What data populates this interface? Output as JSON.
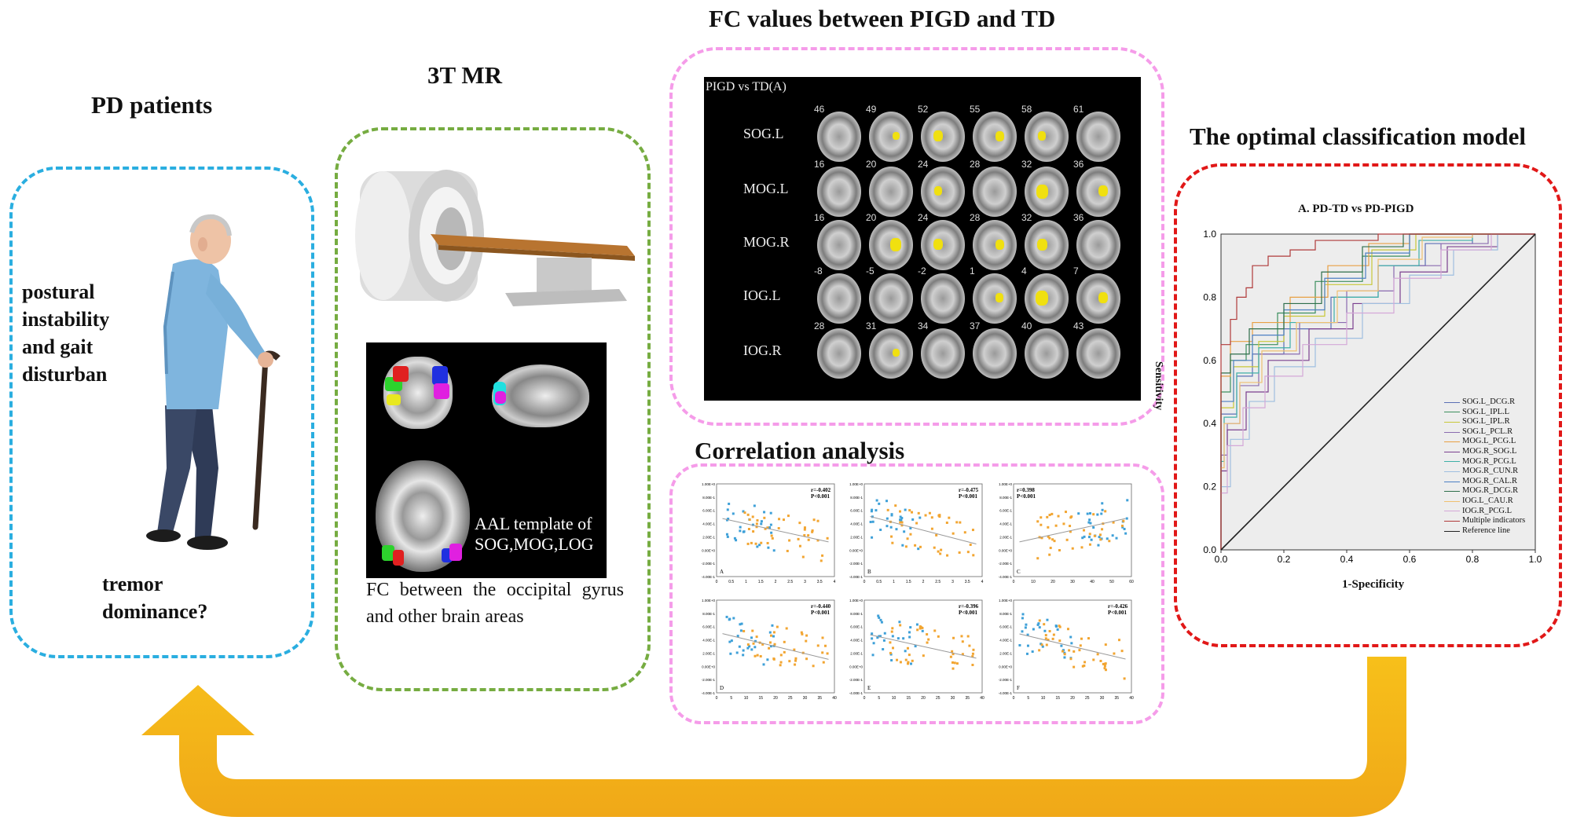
{
  "titles": {
    "pd_patients": "PD patients",
    "mr": "3T MR",
    "fc_values": "FC values between PIGD and TD",
    "correlation": "Correlation analysis",
    "optimal": "The optimal classification model"
  },
  "patients": {
    "pigd_label": "postural\ninstability\nand gait\ndisturban",
    "td_label": "tremor\ndominance?"
  },
  "mr": {
    "aal_caption": "AAL template of\nSOG,MOG,LOG",
    "fc_caption": "FC between the occipital gyrus and other brain areas"
  },
  "fc_panel": {
    "header": "PIGD vs TD(A)",
    "rows": [
      {
        "label": "SOG.L",
        "slices": [
          "46",
          "49",
          "52",
          "55",
          "58",
          "61"
        ]
      },
      {
        "label": "MOG.L",
        "slices": [
          "16",
          "20",
          "24",
          "28",
          "32",
          "36"
        ]
      },
      {
        "label": "MOG.R",
        "slices": [
          "16",
          "20",
          "24",
          "28",
          "32",
          "36"
        ]
      },
      {
        "label": "IOG.L",
        "slices": [
          "-8",
          "-5",
          "-2",
          "1",
          "4",
          "7"
        ]
      },
      {
        "label": "IOG.R",
        "slices": [
          "28",
          "31",
          "34",
          "37",
          "40",
          "43"
        ]
      }
    ]
  },
  "correlation": {
    "y_ticks": [
      "1.00E+0",
      "8.00E-1",
      "6.00E-1",
      "4.00E-1",
      "2.00E-1",
      "0.00E+0",
      "-2.00E-1",
      "-4.00E-1"
    ],
    "panels": [
      {
        "letter": "A",
        "r": "r=-0.402",
        "p": "P<0.001",
        "x_ticks": [
          "0",
          "0.5",
          "1",
          "1.5",
          "2",
          "2.5",
          "3",
          "3.5",
          "4"
        ]
      },
      {
        "letter": "B",
        "r": "r=-0.475",
        "p": "P<0.001",
        "x_ticks": [
          "0",
          "0.5",
          "1",
          "1.5",
          "2",
          "2.5",
          "3",
          "3.5",
          "4"
        ]
      },
      {
        "letter": "C",
        "r": "r=0.398",
        "p": "P<0.001",
        "x_ticks": [
          "0",
          "10",
          "20",
          "30",
          "40",
          "50",
          "60"
        ]
      },
      {
        "letter": "D",
        "r": "r=-0.440",
        "p": "P<0.001",
        "x_ticks": [
          "0",
          "5",
          "10",
          "15",
          "20",
          "25",
          "30",
          "35",
          "40"
        ]
      },
      {
        "letter": "E",
        "r": "r=-0.396",
        "p": "P<0.001",
        "x_ticks": [
          "0",
          "5",
          "10",
          "15",
          "20",
          "25",
          "30",
          "35",
          "40"
        ]
      },
      {
        "letter": "F",
        "r": "r=-0.426",
        "p": "P<0.001",
        "x_ticks": [
          "0",
          "5",
          "10",
          "15",
          "20",
          "25",
          "30",
          "35",
          "40"
        ]
      }
    ],
    "colors": {
      "td": "#3ea0d8",
      "pigd": "#f2a531"
    }
  },
  "chart_data": {
    "type": "line",
    "title": "A. PD-TD vs PD-PIGD",
    "xlabel": "1-Specificity",
    "ylabel": "Sensitivity",
    "xlim": [
      0,
      1
    ],
    "ylim": [
      0,
      1
    ],
    "x_ticks": [
      "0.0",
      "0.2",
      "0.4",
      "0.6",
      "0.8",
      "1.0"
    ],
    "y_ticks": [
      "0.0",
      "0.2",
      "0.4",
      "0.6",
      "0.8",
      "1.0"
    ],
    "legend_position": "bottom-right",
    "grid": false,
    "series": [
      {
        "name": "SOG.L_DCG.R",
        "color": "#5b6fb5",
        "x": [
          0,
          0,
          0.05,
          0.1,
          0.2,
          0.35,
          0.5,
          0.65,
          0.8,
          1
        ],
        "y": [
          0,
          0.43,
          0.43,
          0.55,
          0.62,
          0.7,
          0.8,
          0.9,
          0.97,
          1
        ]
      },
      {
        "name": "SOG.L_IPL.L",
        "color": "#3c8f5e",
        "x": [
          0,
          0,
          0.03,
          0.08,
          0.18,
          0.3,
          0.45,
          0.6,
          0.78,
          1
        ],
        "y": [
          0,
          0.33,
          0.5,
          0.6,
          0.65,
          0.75,
          0.85,
          0.93,
          1,
          1
        ]
      },
      {
        "name": "SOG.L_IPL.R",
        "color": "#c8c838",
        "x": [
          0,
          0,
          0.04,
          0.12,
          0.2,
          0.33,
          0.48,
          0.62,
          0.75,
          1
        ],
        "y": [
          0,
          0.35,
          0.45,
          0.58,
          0.66,
          0.74,
          0.84,
          0.95,
          1,
          1
        ]
      },
      {
        "name": "SOG.L_PCL.R",
        "color": "#8a6bb0",
        "x": [
          0,
          0.02,
          0.06,
          0.12,
          0.25,
          0.4,
          0.55,
          0.7,
          0.85,
          1
        ],
        "y": [
          0,
          0.3,
          0.4,
          0.52,
          0.62,
          0.72,
          0.82,
          0.9,
          0.97,
          1
        ]
      },
      {
        "name": "MOG.L_PCG.L",
        "color": "#e8a044",
        "x": [
          0,
          0,
          0.03,
          0.1,
          0.22,
          0.34,
          0.47,
          0.6,
          0.72,
          1
        ],
        "y": [
          0,
          0.38,
          0.55,
          0.66,
          0.72,
          0.8,
          0.9,
          0.97,
          1,
          1
        ]
      },
      {
        "name": "MOG.R_SOG.L",
        "color": "#7b3f8f",
        "x": [
          0,
          0.02,
          0.08,
          0.15,
          0.28,
          0.42,
          0.57,
          0.72,
          0.88,
          1
        ],
        "y": [
          0,
          0.25,
          0.38,
          0.5,
          0.6,
          0.7,
          0.78,
          0.88,
          0.96,
          1
        ]
      },
      {
        "name": "MOG.R_PCG.L",
        "color": "#3fb0a8",
        "x": [
          0,
          0.01,
          0.05,
          0.12,
          0.22,
          0.36,
          0.5,
          0.63,
          0.8,
          1
        ],
        "y": [
          0,
          0.28,
          0.42,
          0.56,
          0.64,
          0.72,
          0.8,
          0.9,
          0.98,
          1
        ]
      },
      {
        "name": "MOG.R_CUN.R",
        "color": "#9fbfe0",
        "x": [
          0,
          0.03,
          0.09,
          0.17,
          0.3,
          0.45,
          0.6,
          0.74,
          0.88,
          1
        ],
        "y": [
          0,
          0.2,
          0.35,
          0.47,
          0.58,
          0.67,
          0.78,
          0.87,
          0.95,
          1
        ]
      },
      {
        "name": "MOG.R_CAL.R",
        "color": "#4d7fc4",
        "x": [
          0,
          0,
          0.04,
          0.1,
          0.2,
          0.33,
          0.46,
          0.6,
          0.76,
          1
        ],
        "y": [
          0,
          0.32,
          0.47,
          0.6,
          0.68,
          0.76,
          0.86,
          0.94,
          1,
          1
        ]
      },
      {
        "name": "MOG.R_DCG.R",
        "color": "#2e6e4a",
        "x": [
          0,
          0,
          0.03,
          0.09,
          0.2,
          0.32,
          0.45,
          0.58,
          0.7,
          1
        ],
        "y": [
          0,
          0.36,
          0.56,
          0.62,
          0.7,
          0.78,
          0.88,
          0.96,
          1,
          1
        ]
      },
      {
        "name": "IOG.L_CAU.R",
        "color": "#f0c070",
        "x": [
          0,
          0.01,
          0.06,
          0.13,
          0.24,
          0.37,
          0.5,
          0.64,
          0.8,
          1
        ],
        "y": [
          0,
          0.26,
          0.4,
          0.53,
          0.63,
          0.72,
          0.82,
          0.92,
          0.99,
          1
        ]
      },
      {
        "name": "IOG.R_PCG.L",
        "color": "#d4a8d8",
        "x": [
          0,
          0.02,
          0.07,
          0.14,
          0.26,
          0.4,
          0.55,
          0.7,
          0.86,
          1
        ],
        "y": [
          0,
          0.18,
          0.33,
          0.45,
          0.55,
          0.65,
          0.75,
          0.86,
          0.95,
          1
        ]
      },
      {
        "name": "Multiple indicators",
        "color": "#b03a3a",
        "x": [
          0,
          0,
          0.03,
          0.05,
          0.08,
          0.1,
          0.15,
          0.22,
          0.3,
          0.5,
          0.7,
          1
        ],
        "y": [
          0,
          0.5,
          0.65,
          0.73,
          0.8,
          0.83,
          0.9,
          0.93,
          0.95,
          0.98,
          1,
          1
        ]
      },
      {
        "name": "Reference line",
        "color": "#222222",
        "x": [
          0,
          1
        ],
        "y": [
          0,
          1
        ]
      }
    ]
  }
}
